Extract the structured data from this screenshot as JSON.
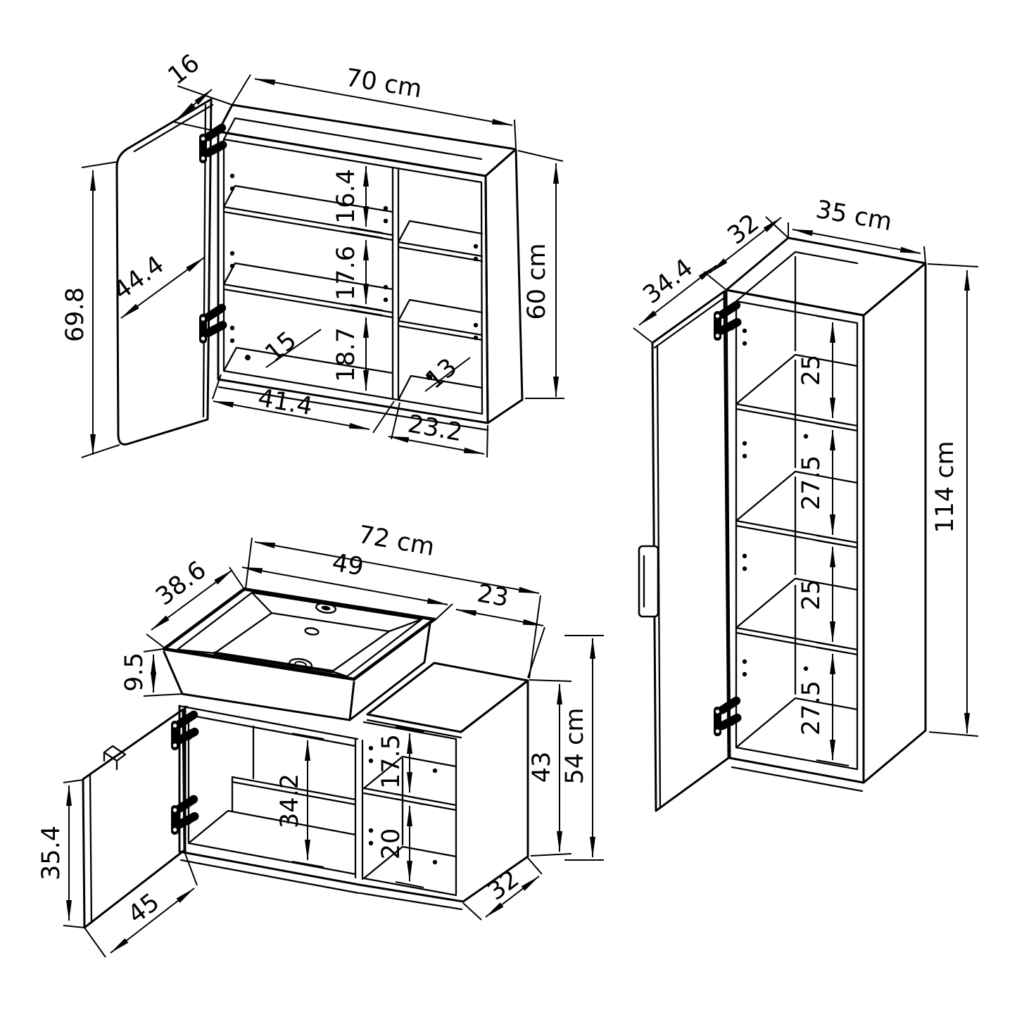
{
  "figure": {
    "type": "furniture-technical-drawing",
    "units": "cm",
    "background_color": "#ffffff",
    "line_color": "#000000",
    "pieces": [
      "mirror-cabinet",
      "vanity-with-sink",
      "tall-side-cabinet"
    ]
  },
  "mirror_cabinet": {
    "dims": {
      "depth": "16",
      "width": "70 cm",
      "height": "60 cm",
      "door_height": "69.8",
      "door_width": "44.4",
      "compartment_1": "16.4",
      "compartment_2": "17.6",
      "compartment_3": "18.7",
      "left_floor_depth": "15",
      "right_floor_depth": "13",
      "left_inner_width": "41.4",
      "right_inner_width": "23.2"
    }
  },
  "tall_cabinet": {
    "dims": {
      "depth": "32",
      "width": "35 cm",
      "door_width": "34.4",
      "height": "114 cm",
      "compartment_1": "25",
      "compartment_2": "27.5",
      "compartment_3": "25",
      "compartment_4": "27.5"
    }
  },
  "vanity": {
    "dims": {
      "width": "72 cm",
      "sink_width": "49",
      "right_top_width": "23",
      "sink_depth": "38.6",
      "sink_height": "9.5",
      "door_height": "35.4",
      "door_width": "45",
      "left_inner_height": "34.2",
      "right_compartment_top": "17.5",
      "right_compartment_bottom": "20",
      "carcass_height": "43",
      "total_height": "54 cm",
      "depth": "32"
    }
  }
}
